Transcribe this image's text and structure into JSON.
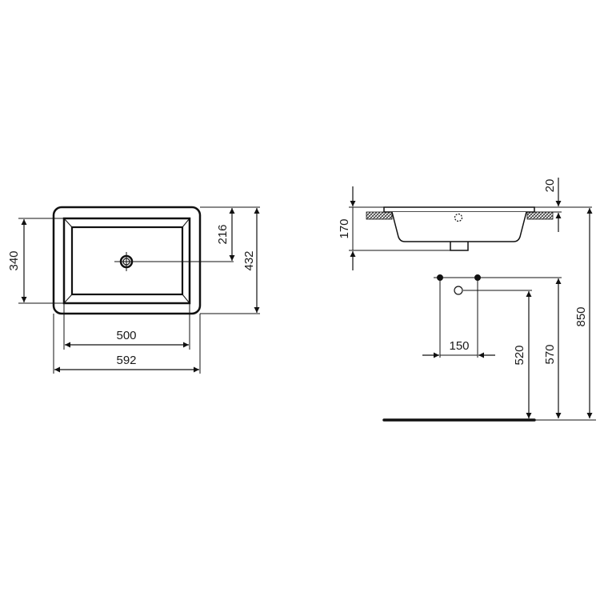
{
  "drawing": {
    "title": "Under-counter washbasin dimension drawing",
    "units": "mm",
    "plan_view": {
      "outer_width": "592",
      "inner_width": "500",
      "inner_depth": "340",
      "outer_depth": "432",
      "waste_offset": "216"
    },
    "side_view": {
      "basin_height": "170",
      "countertop_thickness": "20",
      "tap_spacing": "150",
      "waste_height": "520",
      "tap_height": "570",
      "countertop_height": "850"
    }
  }
}
